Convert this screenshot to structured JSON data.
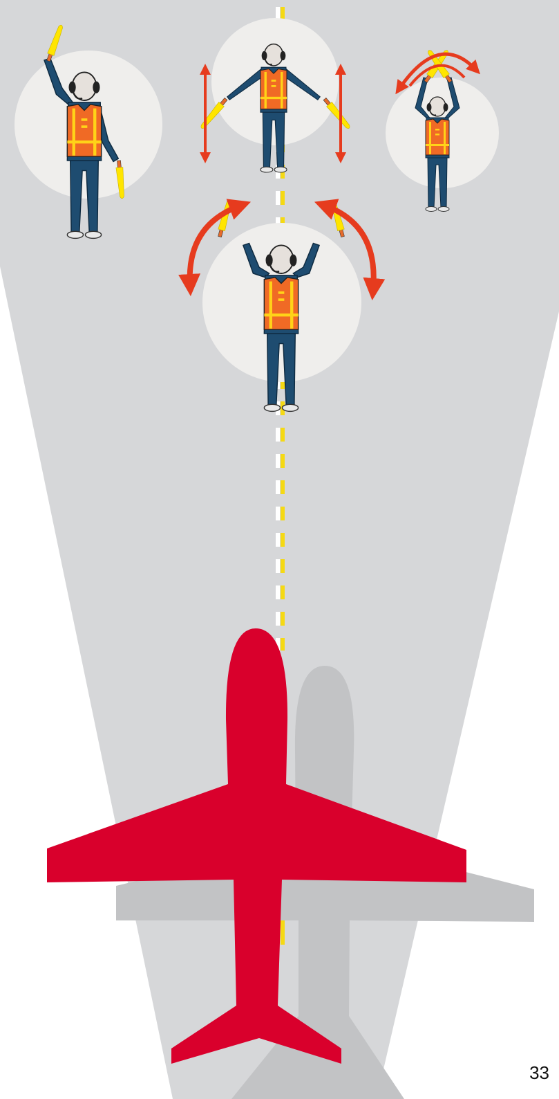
{
  "page": {
    "number": "33"
  },
  "colors": {
    "background": "#ffffff",
    "apron": "#d6d7d9",
    "centerline_yellow": "#f5d914",
    "centerline_white": "#ffffff",
    "spotlight": "#efeeec",
    "aircraft": "#d9002c",
    "aircraft_shadow": "#c2c3c5",
    "uniform": "#1e4c70",
    "vest": "#f06a25",
    "vest_stripe": "#ffd318",
    "skin": "#e6e1dc",
    "wand": "#ffe500",
    "motion_arrow": "#e63b1e"
  },
  "icons": {
    "aircraft": "airplane-icon",
    "marshaller": "marshaller-figure-icon",
    "motion": "curved-arrow-icon",
    "vertical_motion": "double-arrow-icon"
  },
  "signals": [
    {
      "id": "turn-left",
      "icon": "marshaller-figure-icon"
    },
    {
      "id": "slow-down",
      "icon": "marshaller-figure-icon"
    },
    {
      "id": "emergency-stop",
      "icon": "marshaller-figure-icon"
    },
    {
      "id": "move-ahead",
      "icon": "marshaller-figure-icon"
    }
  ]
}
